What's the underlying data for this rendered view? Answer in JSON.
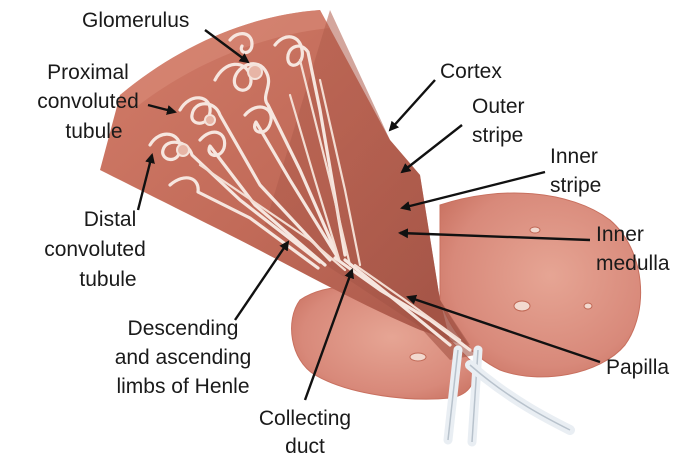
{
  "labels": {
    "glomerulus": "Glomerulus",
    "pct_line1": "Proximal",
    "pct_line2": "convoluted",
    "pct_line3": "tubule",
    "cortex": "Cortex",
    "outer_stripe_line1": "Outer",
    "outer_stripe_line2": "stripe",
    "inner_stripe_line1": "Inner",
    "inner_stripe_line2": "stripe",
    "inner_medulla_line1": "Inner",
    "inner_medulla_line2": "medulla",
    "dct_line1": "Distal",
    "dct_line2": "convoluted",
    "dct_line3": "tubule",
    "henle_line1": "Descending",
    "henle_line2": "and ascending",
    "henle_line3": "limbs of Henle",
    "papilla": "Papilla",
    "collecting_line1": "Collecting",
    "collecting_line2": "duct"
  },
  "colors": {
    "cortex": "#c9705e",
    "medulla": "#b8604f",
    "kidney": "#d98b78",
    "kidney_edge": "#c16a58",
    "tubule": "#f6e6df",
    "arrow": "#111111"
  }
}
